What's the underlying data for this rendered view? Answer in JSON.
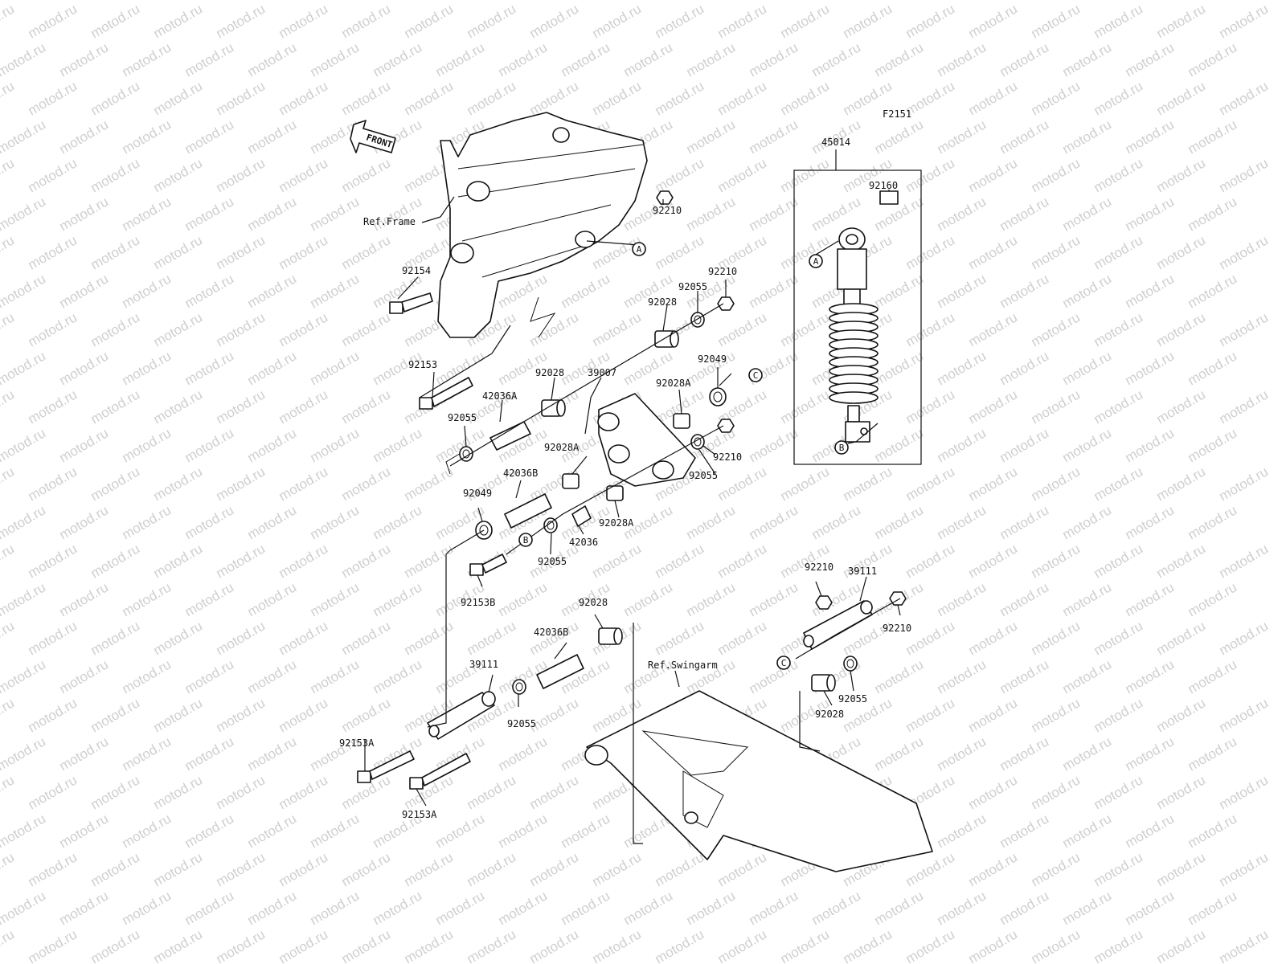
{
  "figure_code": "F2151",
  "front_arrow": "FRONT",
  "watermark": "motod.ru",
  "references": {
    "frame": "Ref.Frame",
    "swingarm": "Ref.Swingarm"
  },
  "ref_markers": [
    "A",
    "B",
    "C"
  ],
  "labels": {
    "p45014": "45014",
    "p92160": "92160",
    "p92210_a": "92210",
    "p92154": "92154",
    "p92210_b": "92210",
    "p92055_a": "92055",
    "p92028_a": "92028",
    "p92153": "92153",
    "p92049_a": "92049",
    "p92028_b": "92028",
    "p39007": "39007",
    "p92028A_a": "92028A",
    "p42036A": "42036A",
    "p92055_b": "92055",
    "p92028A_b": "92028A",
    "p92210_c": "92210",
    "p92055_c": "92055",
    "p42036B_a": "42036B",
    "p92049_b": "92049",
    "p92028A_c": "92028A",
    "p42036": "42036",
    "p92055_d": "92055",
    "p92153B": "92153B",
    "p92210_d": "92210",
    "p39111_a": "39111",
    "p92210_e": "92210",
    "p92028_c": "92028",
    "p42036B_b": "42036B",
    "p39111_b": "39111",
    "p92055_e": "92055",
    "p92153A_a": "92153A",
    "p92153A_b": "92153A",
    "p92055_f": "92055",
    "p92028_d": "92028"
  }
}
